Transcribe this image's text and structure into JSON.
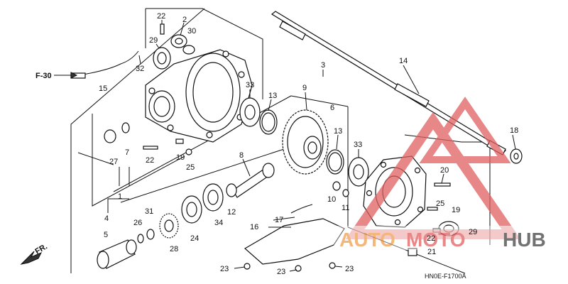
{
  "diagram": {
    "ref_label": "F-30",
    "front_label": "FR.",
    "drawing_code": "HN0E-F1700A",
    "callouts": [
      {
        "id": "c22a",
        "text": "22"
      },
      {
        "id": "c2",
        "text": "2"
      },
      {
        "id": "c30",
        "text": "30"
      },
      {
        "id": "c29a",
        "text": "29"
      },
      {
        "id": "c32",
        "text": "32"
      },
      {
        "id": "c15",
        "text": "15"
      },
      {
        "id": "c3",
        "text": "3"
      },
      {
        "id": "c14",
        "text": "14"
      },
      {
        "id": "c33a",
        "text": "33"
      },
      {
        "id": "c13a",
        "text": "13"
      },
      {
        "id": "c9",
        "text": "9"
      },
      {
        "id": "c6",
        "text": "6"
      },
      {
        "id": "c7",
        "text": "7"
      },
      {
        "id": "c27",
        "text": "27"
      },
      {
        "id": "c22b",
        "text": "22"
      },
      {
        "id": "c19a",
        "text": "19"
      },
      {
        "id": "c25a",
        "text": "25"
      },
      {
        "id": "c13b",
        "text": "13"
      },
      {
        "id": "c33b",
        "text": "33"
      },
      {
        "id": "c18",
        "text": "18"
      },
      {
        "id": "c8",
        "text": "8"
      },
      {
        "id": "c1",
        "text": "1"
      },
      {
        "id": "c20",
        "text": "20"
      },
      {
        "id": "c10",
        "text": "10"
      },
      {
        "id": "c11",
        "text": "11"
      },
      {
        "id": "c4",
        "text": "4"
      },
      {
        "id": "c31",
        "text": "31"
      },
      {
        "id": "c12",
        "text": "12"
      },
      {
        "id": "c25b",
        "text": "25"
      },
      {
        "id": "c19b",
        "text": "19"
      },
      {
        "id": "c5",
        "text": "5"
      },
      {
        "id": "c26",
        "text": "26"
      },
      {
        "id": "c17",
        "text": "17"
      },
      {
        "id": "c34",
        "text": "34"
      },
      {
        "id": "c24",
        "text": "24"
      },
      {
        "id": "c16",
        "text": "16"
      },
      {
        "id": "c22c",
        "text": "22"
      },
      {
        "id": "c29b",
        "text": "29"
      },
      {
        "id": "c28",
        "text": "28"
      },
      {
        "id": "c21",
        "text": "21"
      },
      {
        "id": "c23a",
        "text": "23"
      },
      {
        "id": "c23b",
        "text": "23"
      },
      {
        "id": "c23c",
        "text": "23"
      }
    ]
  },
  "watermark": {
    "part1": "AUTO",
    "part2": "MOTO",
    "part3": "HUB",
    "color_main": "#e06060",
    "color_accent": "#f0a050",
    "color_dark": "#444444"
  }
}
